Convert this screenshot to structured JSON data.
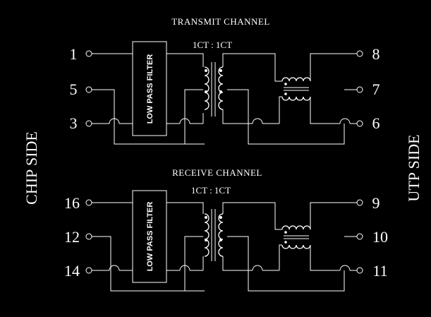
{
  "left_label": "CHIP SIDE",
  "right_label": "UTP SIDE",
  "channels": [
    {
      "title": "TRANSMIT CHANNEL",
      "ratio": "1CT : 1CT",
      "filter_label": "LOW PASS FILTER",
      "left_pins": [
        "1",
        "5",
        "3"
      ],
      "right_pins": [
        "8",
        "7",
        "6"
      ]
    },
    {
      "title": "RECEIVE CHANNEL",
      "ratio": "1CT : 1CT",
      "filter_label": "LOW PASS FILTER",
      "left_pins": [
        "16",
        "12",
        "14"
      ],
      "right_pins": [
        "9",
        "10",
        "11"
      ]
    }
  ]
}
